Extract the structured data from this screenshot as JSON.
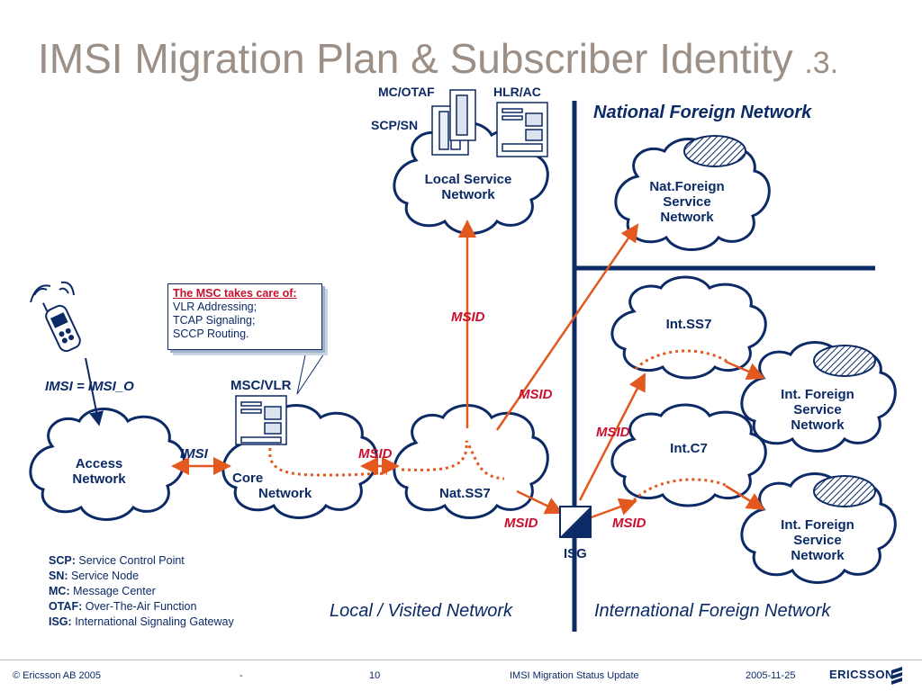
{
  "title": {
    "main": "IMSI Migration Plan & Subscriber Identity ",
    "number": ".3."
  },
  "regions": {
    "national_foreign": "National Foreign Network",
    "local_visited": "Local / Visited Network",
    "international_foreign": "International Foreign Network"
  },
  "nodes": {
    "mc_otaf": "MC/OTAF",
    "hlr_ac": "HLR/AC",
    "scp_sn": "SCP/SN",
    "local_service_line1": "Local Service",
    "local_service_line2": "Network",
    "nat_foreign_line1": "Nat.Foreign",
    "nat_foreign_line2": "Service",
    "nat_foreign_line3": "Network",
    "int_ss7": "Int.SS7",
    "int_c7": "Int.C7",
    "int_foreign_1_line1": "Int. Foreign",
    "int_foreign_1_line2": "Service",
    "int_foreign_1_line3": "Network",
    "int_foreign_2_line1": "Int. Foreign",
    "int_foreign_2_line2": "Service",
    "int_foreign_2_line3": "Network",
    "access_line1": "Access",
    "access_line2": "Network",
    "core_line1": "Core",
    "core_line2": "Network",
    "msc_vlr": "MSC/VLR",
    "nat_ss7": "Nat.SS7",
    "isg": "ISG",
    "imsi_eq": "IMSI = IMSI_O"
  },
  "links": {
    "imsi": "IMSI",
    "msid_core_nat": "MSID",
    "msid_local": "MSID",
    "msid_natforeign": "MSID",
    "msid_isg": "MSID",
    "msid_int_ss7": "MSID",
    "msid_int_c7": "MSID"
  },
  "callout": {
    "heading": "The MSC takes care of:",
    "lines": [
      "VLR Addressing;",
      "TCAP Signaling;",
      "SCCP Routing."
    ]
  },
  "legend": [
    {
      "abbr": "SCP:",
      "text": "Service Control Point"
    },
    {
      "abbr": "SN:",
      "text": "Service Node"
    },
    {
      "abbr": "MC:",
      "text": "Message Center"
    },
    {
      "abbr": "OTAF:",
      "text": "Over-The-Air Function"
    },
    {
      "abbr": "ISG:",
      "text": "International Signaling Gateway"
    }
  ],
  "footer": {
    "copyright": "© Ericsson AB 2005",
    "dash": "-",
    "page": "10",
    "doc": "IMSI Migration Status Update",
    "date": "2005-11-25",
    "logo": "ERICSSON"
  },
  "colors": {
    "navy": "#0b2a66",
    "link": "#e2581f",
    "msid": "#c8102e",
    "title": "#9c8f86"
  },
  "icons": [
    "phone-icon",
    "server-icon",
    "hatched-cloud-icon",
    "isg-gateway-icon",
    "ericsson-logo-icon"
  ]
}
